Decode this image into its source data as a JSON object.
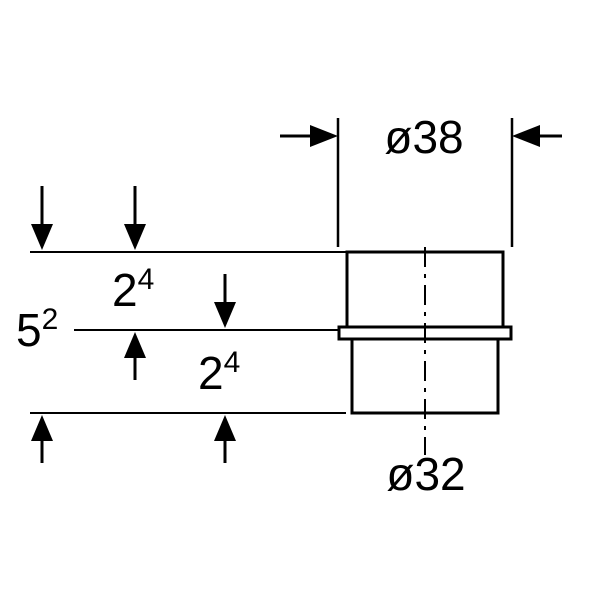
{
  "drawing": {
    "background_color": "#ffffff",
    "line_color": "#000000",
    "labels": {
      "top_diameter": "ø38",
      "bottom_diameter": "ø32",
      "overall_height": {
        "base": "5",
        "sup": "2"
      },
      "upper_section": {
        "base": "2",
        "sup": "4"
      },
      "lower_section": {
        "base": "2",
        "sup": "4"
      }
    }
  }
}
